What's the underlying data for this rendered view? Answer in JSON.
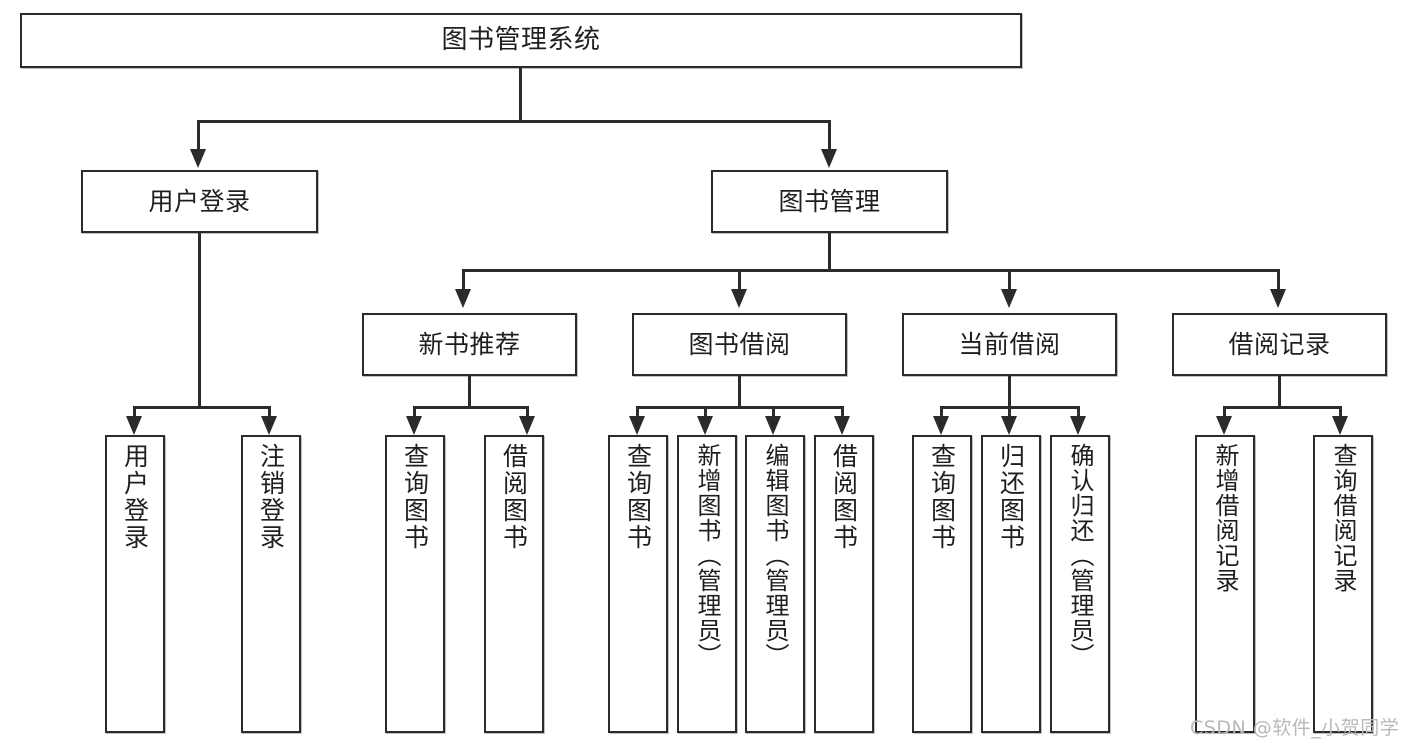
{
  "diagram": {
    "type": "tree-hierarchy",
    "title": "图书管理系统",
    "watermark": "CSDN @软件_小贺同学",
    "colors": {
      "background": "#ffffff",
      "stroke": "#2b2b2b",
      "text": "#1f1f1f",
      "watermark": "#b9b9b9"
    },
    "root": {
      "label": "图书管理系统"
    },
    "level2": [
      {
        "label": "用户登录"
      },
      {
        "label": "图书管理"
      }
    ],
    "level3": [
      {
        "label": "新书推荐"
      },
      {
        "label": "图书借阅"
      },
      {
        "label": "当前借阅"
      },
      {
        "label": "借阅记录"
      }
    ],
    "leaves": {
      "user_login": [
        {
          "label": "用户登录"
        },
        {
          "label": "注销登录"
        }
      ],
      "new_book": [
        {
          "label": "查询图书"
        },
        {
          "label": "借阅图书"
        }
      ],
      "book_borrow": [
        {
          "label": "查询图书"
        },
        {
          "label": "新增图书（管理员）"
        },
        {
          "label": "编辑图书（管理员）"
        },
        {
          "label": "借阅图书"
        }
      ],
      "current_borrow": [
        {
          "label": "查询图书"
        },
        {
          "label": "归还图书"
        },
        {
          "label": "确认归还（管理员）"
        }
      ],
      "borrow_record": [
        {
          "label": "新增借阅记录"
        },
        {
          "label": "查询借阅记录"
        }
      ]
    }
  }
}
